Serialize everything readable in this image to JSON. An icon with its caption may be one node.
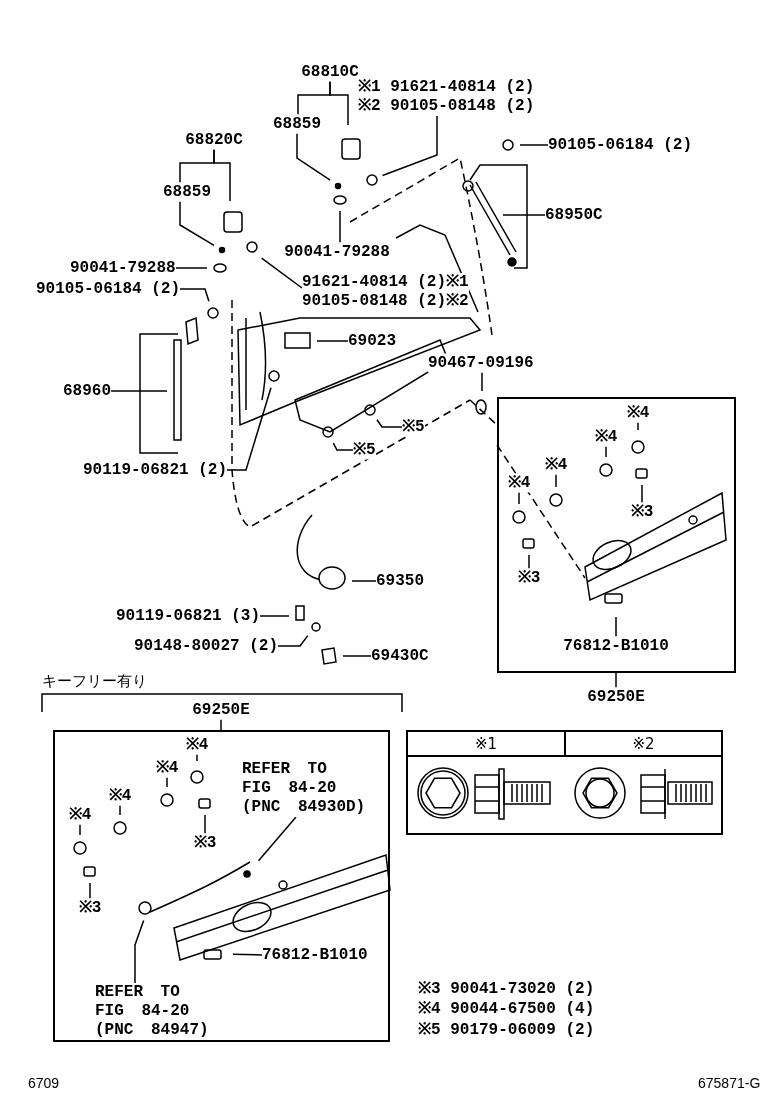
{
  "diagram": {
    "nodes": [
      {
        "text": [
          "68810C"
        ]
      },
      {
        "text": [
          "※1 91621-40814 (2)",
          "※2 90105-08148 (2)"
        ]
      },
      {
        "text": [
          "68859"
        ]
      },
      {
        "text": [
          "90105-06184 (2)"
        ]
      },
      {
        "text": [
          "68820C"
        ]
      },
      {
        "text": [
          "68859"
        ]
      },
      {
        "text": [
          "68950C"
        ]
      },
      {
        "text": [
          "90041-79288"
        ]
      },
      {
        "text": [
          "90041-79288"
        ]
      },
      {
        "text": [
          "91621-40814 (2)※1",
          "90105-08148 (2)※2"
        ]
      },
      {
        "text": [
          "90105-06184 (2)"
        ]
      },
      {
        "text": [
          "69023"
        ]
      },
      {
        "text": [
          "90467-09196"
        ]
      },
      {
        "text": [
          "68960"
        ]
      },
      {
        "text": [
          "※5"
        ]
      },
      {
        "text": [
          "※5"
        ]
      },
      {
        "text": [
          "90119-06821 (2)"
        ]
      },
      {
        "text": [
          "69350"
        ]
      },
      {
        "text": [
          "90119-06821 (3)"
        ]
      },
      {
        "text": [
          "90148-80027 (2)"
        ]
      },
      {
        "text": [
          "69430C"
        ]
      },
      {
        "text": [],
        "shape": "box"
      },
      {
        "text": [
          "※4"
        ],
        "in": 21
      },
      {
        "text": [
          "※4"
        ],
        "in": 21
      },
      {
        "text": [
          "※4"
        ],
        "in": 21
      },
      {
        "text": [
          "※4"
        ],
        "in": 21
      },
      {
        "text": [
          "※3"
        ],
        "in": 21
      },
      {
        "text": [
          "※3"
        ],
        "in": 21
      },
      {
        "text": [
          "76812-B1010"
        ],
        "in": 21
      },
      {
        "text": [
          "69250E"
        ]
      },
      {
        "text": [
          "69250E"
        ]
      },
      {
        "text": [],
        "shape": "box"
      },
      {
        "text": [
          "※4"
        ],
        "in": 31
      },
      {
        "text": [
          "※4"
        ],
        "in": 31
      },
      {
        "text": [
          "※4"
        ],
        "in": 31
      },
      {
        "text": [
          "※4"
        ],
        "in": 31
      },
      {
        "text": [
          "※3"
        ],
        "in": 31
      },
      {
        "text": [
          "※3"
        ],
        "in": 31
      },
      {
        "text": [
          "REFER TO FIG 84-20 (PNC 84930D)"
        ],
        "in": 31
      },
      {
        "text": [
          "76812-B1010"
        ],
        "in": 31
      },
      {
        "text": [
          "REFER TO FIG 84-20 (PNC 84947)"
        ],
        "in": 31
      }
    ],
    "edges": [
      {
        "from": 0,
        "to": null,
        "arrow": "none"
      },
      {
        "from": 1,
        "to": null,
        "arrow": "none"
      },
      {
        "from": 2,
        "to": null,
        "arrow": "none"
      },
      {
        "from": 3,
        "to": null,
        "arrow": "none"
      },
      {
        "from": 4,
        "to": null,
        "arrow": "none"
      },
      {
        "from": 5,
        "to": null,
        "arrow": "none"
      },
      {
        "from": 6,
        "to": null,
        "arrow": "none"
      },
      {
        "from": 7,
        "to": null,
        "arrow": "none"
      },
      {
        "from": 8,
        "to": null,
        "arrow": "none"
      },
      {
        "from": 9,
        "to": null,
        "arrow": "none"
      },
      {
        "from": 10,
        "to": null,
        "arrow": "none"
      },
      {
        "from": 11,
        "to": null,
        "arrow": "none"
      },
      {
        "from": 12,
        "to": null,
        "arrow": "none"
      },
      {
        "from": 13,
        "to": null,
        "arrow": "none"
      },
      {
        "from": 14,
        "to": null,
        "arrow": "none"
      },
      {
        "from": 15,
        "to": null,
        "arrow": "none"
      },
      {
        "from": 16,
        "to": null,
        "arrow": "none"
      },
      {
        "from": 17,
        "to": null,
        "arrow": "none"
      },
      {
        "from": 18,
        "to": null,
        "arrow": "none"
      },
      {
        "from": 19,
        "to": null,
        "arrow": "none"
      },
      {
        "from": 20,
        "to": null,
        "arrow": "none"
      },
      {
        "from": 22,
        "to": null,
        "arrow": "none"
      },
      {
        "from": 23,
        "to": null,
        "arrow": "none"
      },
      {
        "from": 24,
        "to": null,
        "arrow": "none"
      },
      {
        "from": 25,
        "to": null,
        "arrow": "none"
      },
      {
        "from": 26,
        "to": null,
        "arrow": "none"
      },
      {
        "from": 27,
        "to": null,
        "arrow": "none"
      },
      {
        "from": 28,
        "to": null,
        "arrow": "none"
      },
      {
        "from": 29,
        "to": 21,
        "arrow": "none"
      },
      {
        "from": 30,
        "to": 31,
        "arrow": "none"
      },
      {
        "from": 32,
        "to": null,
        "arrow": "none"
      },
      {
        "from": 33,
        "to": null,
        "arrow": "none"
      },
      {
        "from": 34,
        "to": null,
        "arrow": "none"
      },
      {
        "from": 35,
        "to": null,
        "arrow": "none"
      },
      {
        "from": 36,
        "to": null,
        "arrow": "none"
      },
      {
        "from": 37,
        "to": null,
        "arrow": "none"
      },
      {
        "from": 38,
        "to": null,
        "arrow": "none"
      },
      {
        "from": 39,
        "to": null,
        "arrow": "none"
      },
      {
        "from": 40,
        "to": null,
        "arrow": "none"
      },
      {
        "from": 0,
        "to": 2,
        "arrow": "none"
      },
      {
        "from": 4,
        "to": 5,
        "arrow": "none"
      }
    ],
    "labels": [
      "キーフリー有り",
      "※1",
      "※2",
      "※3 90041-73020 (2)",
      "※4 90044-67500 (4)",
      "※5 90179-06009 (2)",
      "6709",
      "675871-G"
    ]
  }
}
